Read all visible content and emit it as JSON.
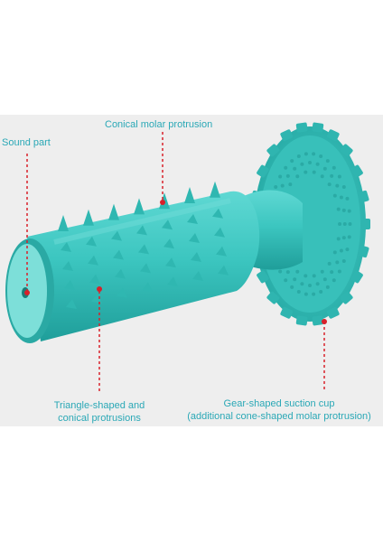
{
  "labels": {
    "conical_molar": "Conical molar protrusion",
    "sound_part": "Sound part",
    "triangle_line1": "Triangle-shaped and",
    "triangle_line2": "conical protrusions",
    "gear_line1": "Gear-shaped suction cup",
    "gear_line2": "(additional cone-shaped molar protrusion)"
  },
  "colors": {
    "panel": "#eeeeee",
    "label_text": "#2aa8b6",
    "leader": "#d8202a",
    "toy_main": "#3cc6c0",
    "toy_dark": "#23a7a3",
    "toy_light": "#7fe0db"
  }
}
